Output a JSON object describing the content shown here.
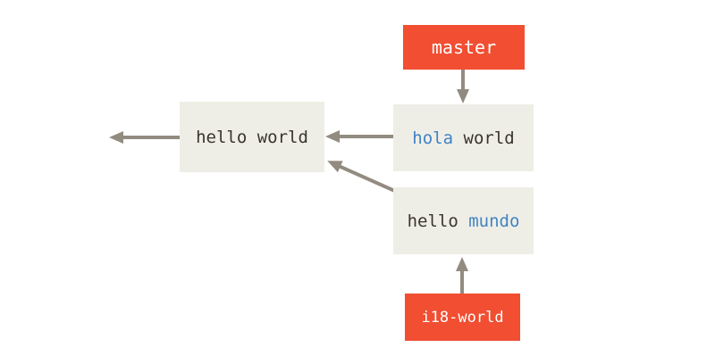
{
  "diagram_type": "git-commit-branch-diagram",
  "colors": {
    "background": "#ffffff",
    "branch_label_bg": "#f14e32",
    "branch_label_text": "#ffffff",
    "commit_box_bg": "#efeee6",
    "commit_text": "#3a352c",
    "highlight_text": "#4183c4",
    "arrow": "#928b80"
  },
  "branches": [
    {
      "id": "master",
      "label": "master"
    },
    {
      "id": "i18-world",
      "label": "i18-world"
    }
  ],
  "commits": [
    {
      "id": "hello-world",
      "segments": [
        {
          "text": "hello world",
          "highlight": false
        }
      ]
    },
    {
      "id": "hola-world",
      "segments": [
        {
          "text": "hola",
          "highlight": true
        },
        {
          "text": " world",
          "highlight": false
        }
      ]
    },
    {
      "id": "hello-mundo",
      "segments": [
        {
          "text": "hello ",
          "highlight": false
        },
        {
          "text": "mundo",
          "highlight": true
        }
      ]
    }
  ],
  "edges": [
    {
      "from": "master",
      "to": "hola-world",
      "type": "branch-pointer"
    },
    {
      "from": "i18-world",
      "to": "hello-mundo",
      "type": "branch-pointer"
    },
    {
      "from": "hola-world",
      "to": "hello-world",
      "type": "parent"
    },
    {
      "from": "hello-mundo",
      "to": "hello-world",
      "type": "parent"
    },
    {
      "from": "hello-world",
      "to": "earlier-history-offscreen",
      "type": "parent"
    }
  ]
}
